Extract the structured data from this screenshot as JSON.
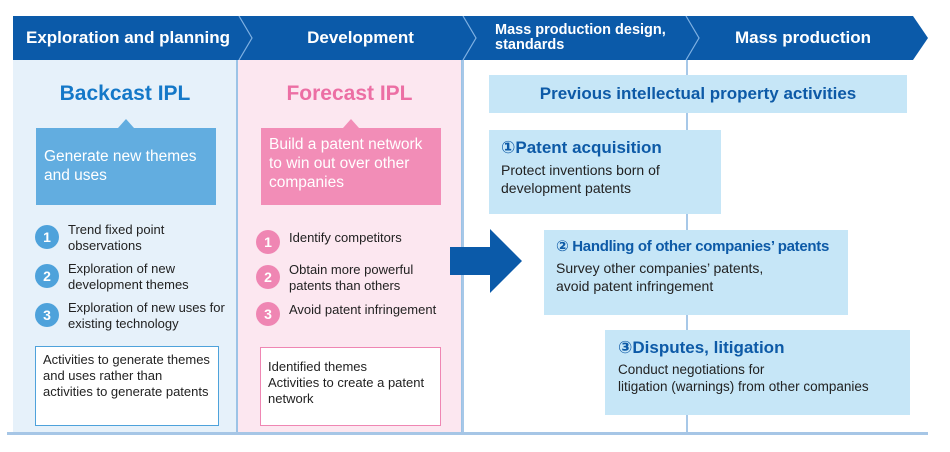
{
  "phases": [
    {
      "label": "Exploration and planning"
    },
    {
      "label": "Development"
    },
    {
      "label": "Mass production design, standards"
    },
    {
      "label": "Mass production"
    }
  ],
  "colors": {
    "ribbon": "#0b5aa9",
    "backcast_accent": "#1478c8",
    "backcast_callout": "#62ade0",
    "backcast_bg": "#e6f1fa",
    "forecast_accent": "#ec6fa4",
    "forecast_callout": "#f28db7",
    "forecast_bg": "#fce7f0",
    "activity_box": "#c6e6f7",
    "activity_title": "#0d5aa7"
  },
  "backcast": {
    "title": "Backcast IPL",
    "callout": "Generate new themes and uses",
    "items": [
      {
        "num": "1",
        "text": "Trend fixed point observations"
      },
      {
        "num": "2",
        "text": "Exploration of new development themes"
      },
      {
        "num": "3",
        "text": "Exploration of new uses for existing technology"
      }
    ],
    "note": "Activities to generate themes and uses rather than activities to generate patents"
  },
  "forecast": {
    "title": "Forecast IPL",
    "callout": "Build a patent network to win out over other companies",
    "items": [
      {
        "num": "1",
        "text": "Identify competitors"
      },
      {
        "num": "2",
        "text": "Obtain more powerful patents than others"
      },
      {
        "num": "3",
        "text": "Avoid patent infringement"
      }
    ],
    "note_line1": "Identified themes",
    "note_line2": "Activities to create a patent network"
  },
  "previous": {
    "banner": "Previous intellectual property activities",
    "activities": [
      {
        "title": "①Patent acquisition",
        "desc_line1": "Protect inventions born of",
        "desc_line2": "development patents"
      },
      {
        "title": "② Handling of other companies’ patents",
        "desc_line1": "Survey other companies’ patents,",
        "desc_line2": "avoid patent infringement"
      },
      {
        "title": "③Disputes, litigation",
        "desc_line1": "Conduct negotiations for",
        "desc_line2": "litigation (warnings) from other companies"
      }
    ]
  },
  "icons": {
    "transition_arrow": "right-arrow-icon",
    "ribbon_separator": "chevron-right-icon"
  }
}
